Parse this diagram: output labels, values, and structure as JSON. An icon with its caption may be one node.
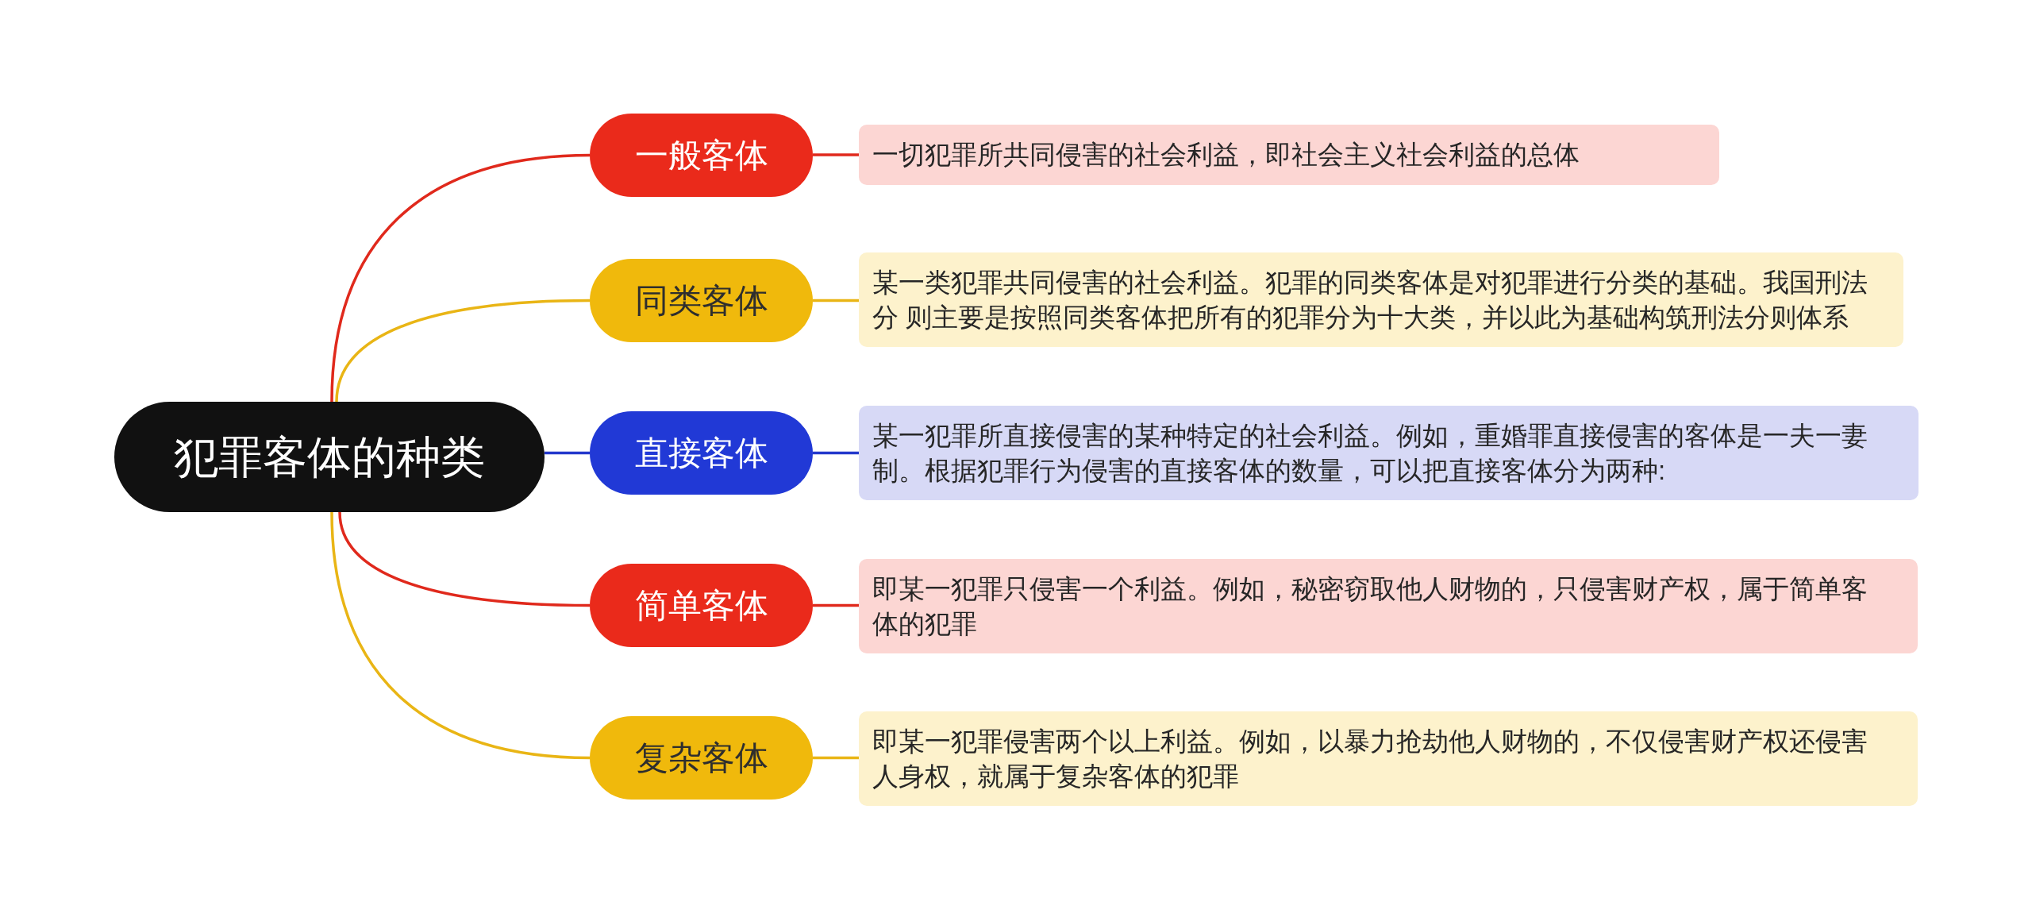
{
  "diagram": {
    "nodes": [
      {
        "text": [
          "犯罪客体的种类"
        ]
      },
      {
        "text": [
          "一般客体"
        ]
      },
      {
        "text": [
          "一切犯罪所共同侵害的社会利益，即社会主义社会利益的总体"
        ]
      },
      {
        "text": [
          "同类客体"
        ]
      },
      {
        "text": [
          "某一类犯罪共同侵害的社会利益。犯罪的同类客体是对犯罪进行分类的基础。我国刑法分 则主要是按照同类客体把所有的犯罪分为十大类，并以此为基础构筑刑法分则体系"
        ]
      },
      {
        "text": [
          "直接客体"
        ]
      },
      {
        "text": [
          "某一犯罪所直接侵害的某种特定的社会利益。例如，重婚罪直接侵害的客体是一夫一妻制。根据犯罪行为侵害的直接客体的数量，可以把直接客体分为两种:"
        ]
      },
      {
        "text": [
          "简单客体"
        ]
      },
      {
        "text": [
          "即某一犯罪只侵害一个利益。例如，秘密窃取他人财物的，只侵害财产权，属于简单客体的犯罪"
        ]
      },
      {
        "text": [
          "复杂客体"
        ]
      },
      {
        "text": [
          "即某一犯罪侵害两个以上利益。例如，以暴力抢劫他人财物的，不仅侵害财产权还侵害人身权，就属于复杂客体的犯罪"
        ]
      }
    ],
    "edges": [
      {
        "from": 0,
        "to": 1,
        "arrow": "none",
        "color": "#e0291c"
      },
      {
        "from": 0,
        "to": 3,
        "arrow": "none",
        "color": "#e9b515"
      },
      {
        "from": 0,
        "to": 5,
        "arrow": "none",
        "color": "#2438cc"
      },
      {
        "from": 0,
        "to": 7,
        "arrow": "none",
        "color": "#e0291c"
      },
      {
        "from": 0,
        "to": 9,
        "arrow": "none",
        "color": "#e9b515"
      },
      {
        "from": 1,
        "to": 2,
        "arrow": "none",
        "color": "#e0291c"
      },
      {
        "from": 3,
        "to": 4,
        "arrow": "none",
        "color": "#e9b515"
      },
      {
        "from": 5,
        "to": 6,
        "arrow": "none",
        "color": "#2438cc"
      },
      {
        "from": 7,
        "to": 8,
        "arrow": "none",
        "color": "#e0291c"
      },
      {
        "from": 9,
        "to": 10,
        "arrow": "none",
        "color": "#e9b515"
      }
    ]
  }
}
